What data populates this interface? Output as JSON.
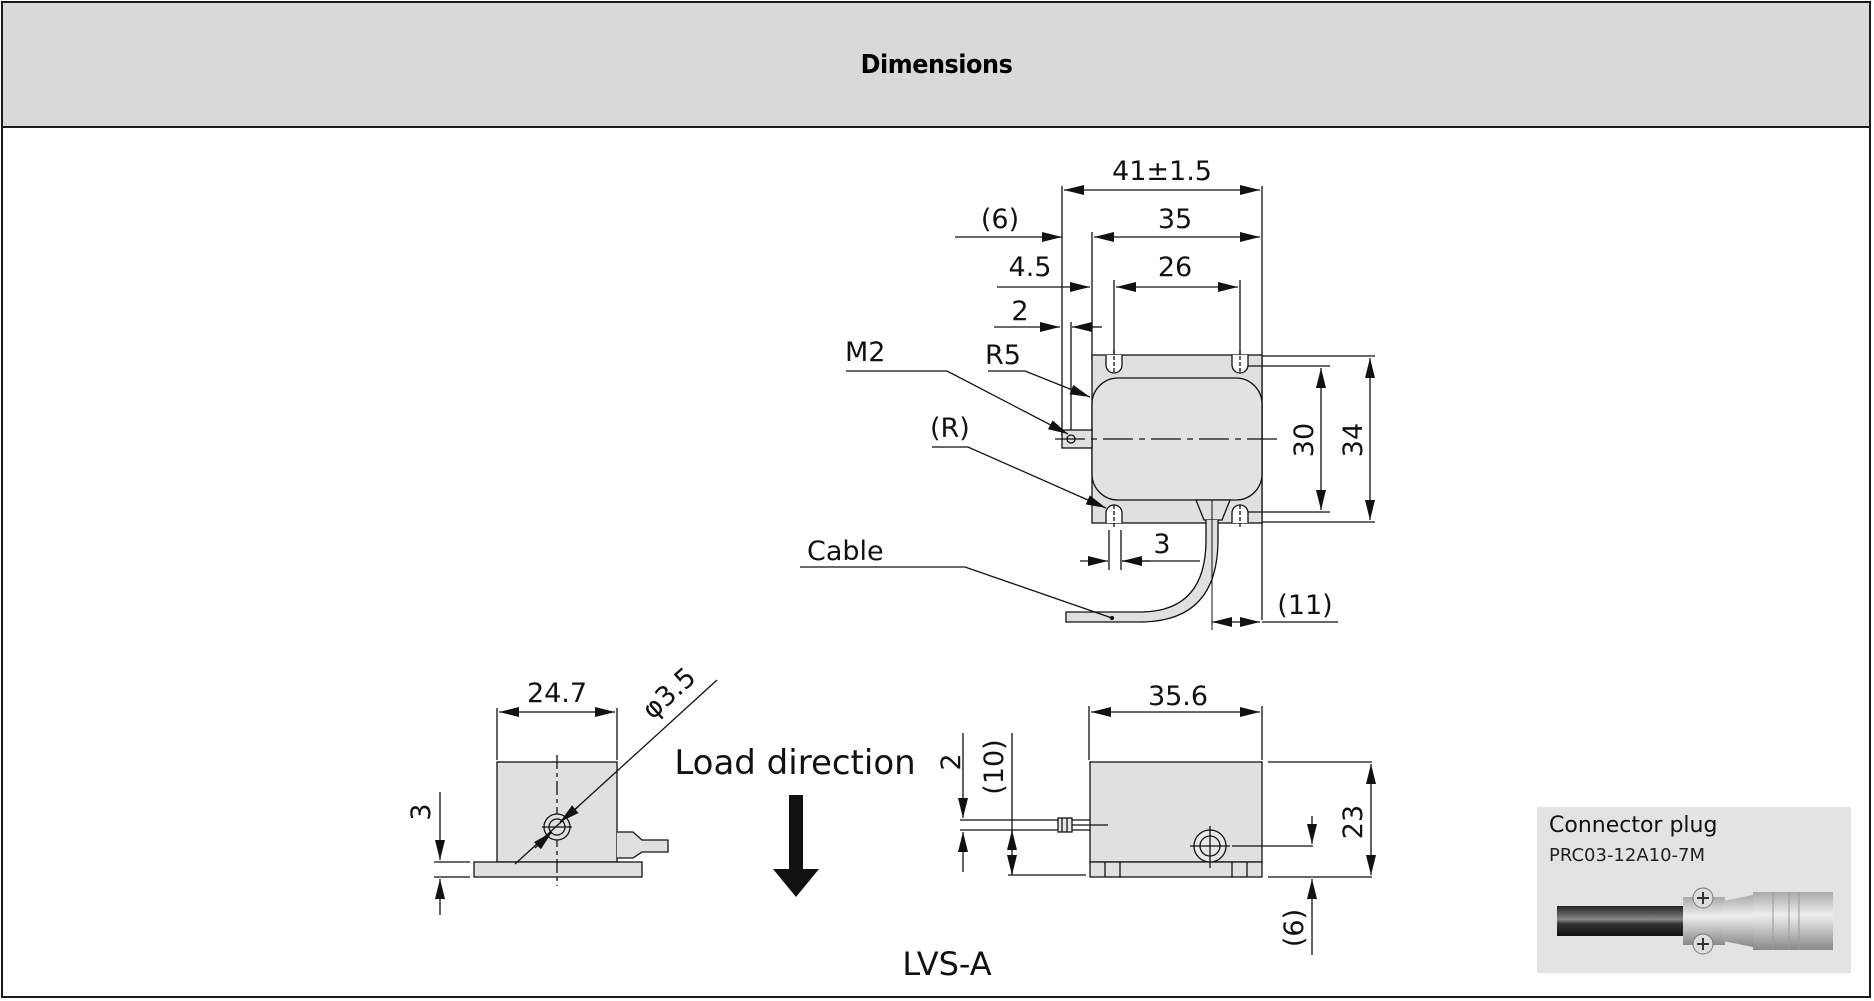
{
  "header": {
    "title": "Dimensions"
  },
  "drawing": {
    "model_label": "LVS-A",
    "top_view": {
      "dims": {
        "overall_width": "41±1.5",
        "body_width": "35",
        "offset_left": "(6)",
        "offset_4_5": "4.5",
        "hole_pitch": "26",
        "offset_2": "2",
        "inner_height": "30",
        "outer_height": "34",
        "slot_width": "3",
        "cable_offset": "(11)"
      },
      "callouts": {
        "m2": "M2",
        "r5": "R5",
        "r": "(R)",
        "cable": "Cable"
      }
    },
    "side_view": {
      "dims": {
        "width": "24.7",
        "hole_dia": "φ3.5",
        "base_thickness": "3"
      }
    },
    "load_direction": {
      "label": "Load direction",
      "icon": "down-arrow-icon"
    },
    "front_view": {
      "dims": {
        "width": "35.6",
        "height": "23",
        "cable_offset_2": "2",
        "cable_height": "(10)",
        "port_height": "(6)"
      }
    }
  },
  "connector": {
    "title": "Connector plug",
    "model": "PRC03-12A10-7M"
  },
  "colors": {
    "header_bg": "#d9d9d9",
    "body_fill": "#e0e0e0",
    "connector_bg": "#e3e3e3",
    "line": "#1a1a1a"
  }
}
